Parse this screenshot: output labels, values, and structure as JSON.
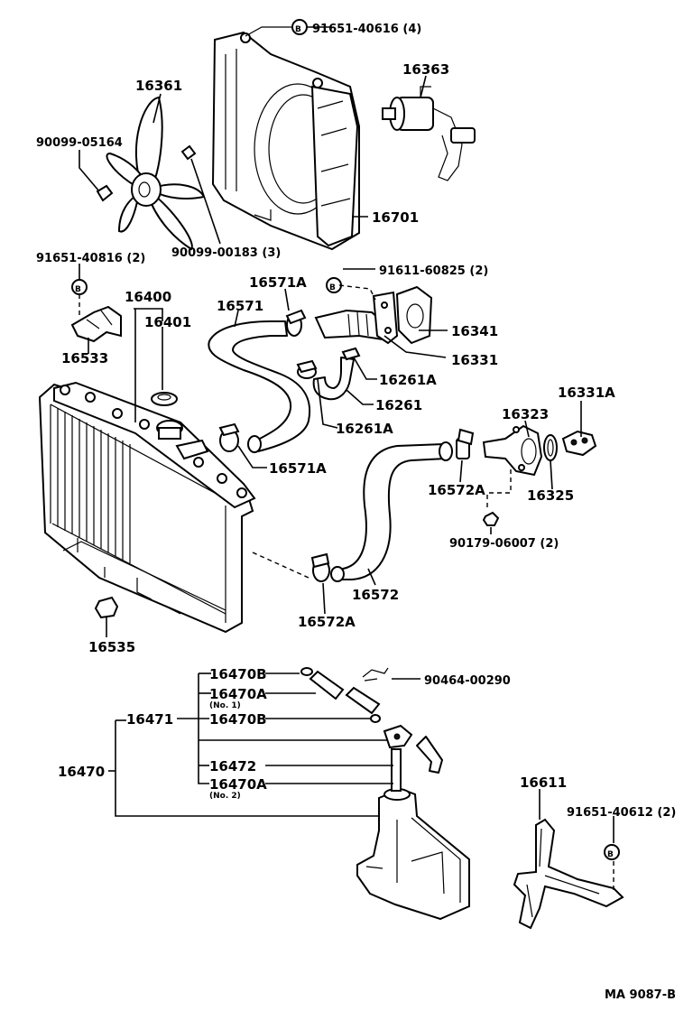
{
  "diagram": {
    "labels": {
      "bolt_91651_40616": "91651-40616 (4)",
      "p16363": "16363",
      "p16361": "16361",
      "bolt_90099_05164": "90099-05164",
      "p16701": "16701",
      "bolt_90099_00183": "90099-00183 (3)",
      "bolt_91651_40816": "91651-40816 (2)",
      "p16571A_top": "16571A",
      "bolt_91611_60825": "91611-60825 (2)",
      "p16400": "16400",
      "p16571": "16571",
      "p16401": "16401",
      "p16341": "16341",
      "p16533": "16533",
      "p16331": "16331",
      "p16261A_top": "16261A",
      "p16261": "16261",
      "p16331A": "16331A",
      "p16261A_bottom": "16261A",
      "p16323": "16323",
      "p16571A_bottom": "16571A",
      "p16572A_top": "16572A",
      "p16325": "16325",
      "bolt_90179_06007": "90179-06007 (2)",
      "p16572": "16572",
      "p16572A_bottom": "16572A",
      "p16535": "16535",
      "p16470B_1": "16470B",
      "clip_90464_00290": "90464-00290",
      "p16470A_1": "16470A",
      "no1": "(No. 1)",
      "p16471": "16471",
      "p16470B_2": "16470B",
      "p16470": "16470",
      "p16472": "16472",
      "p16470A_2": "16470A",
      "no2": "(No. 2)",
      "p16611": "16611",
      "bolt_91651_40612": "91651-40612 (2)",
      "ref_code": "MA 9087-B"
    }
  }
}
